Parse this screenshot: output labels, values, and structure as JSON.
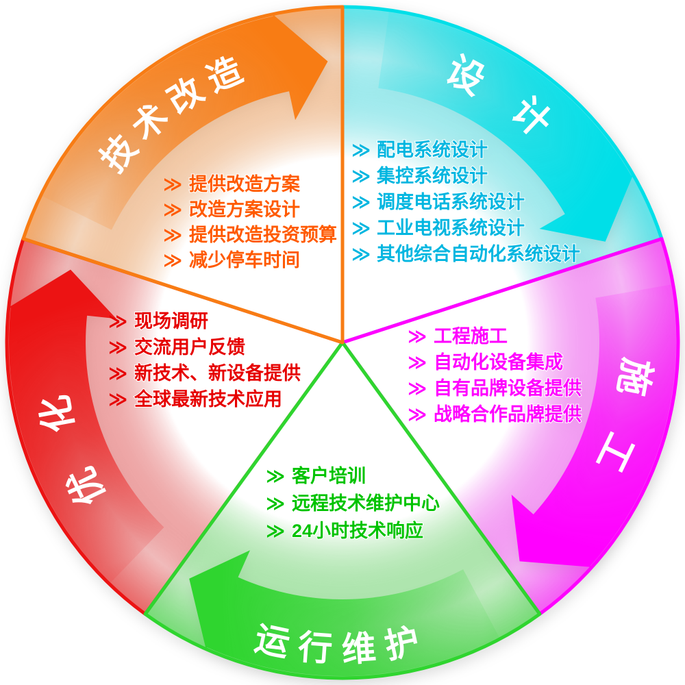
{
  "ui": {
    "bullet": "≫"
  },
  "colors": {
    "design": {
      "band": "#00dfe8",
      "text": "#00b6e0"
    },
    "construction": {
      "band": "#ff00ff",
      "text": "#ff00ff"
    },
    "operation": {
      "band": "#2fd52f",
      "text": "#00c300"
    },
    "optimization": {
      "band": "#ec1313",
      "text": "#e60000"
    },
    "transformation": {
      "band": "#f87c14",
      "text": "#ff5a00"
    }
  },
  "sectors": {
    "design": {
      "title": "设计",
      "items": [
        "配电系统设计",
        "集控系统设计",
        "调度电话系统设计",
        "工业电视系统设计",
        "其他综合自动化系统设计"
      ]
    },
    "construction": {
      "title": "施工",
      "items": [
        "工程施工",
        "自动化设备集成",
        "自有品牌设备提供",
        "战略合作品牌提供"
      ]
    },
    "operation": {
      "title": "运行维护",
      "items": [
        "客户培训",
        "远程技术维护中心",
        "24小时技术响应"
      ]
    },
    "optimization": {
      "title": "优化",
      "items": [
        "现场调研",
        "交流用户反馈",
        "新技术、新设备提供",
        "全球最新技术应用"
      ]
    },
    "transformation": {
      "title": "技术改造",
      "items": [
        "提供改造方案",
        "改造方案设计",
        "提供改造投资预算",
        "减少停车时间"
      ]
    }
  }
}
